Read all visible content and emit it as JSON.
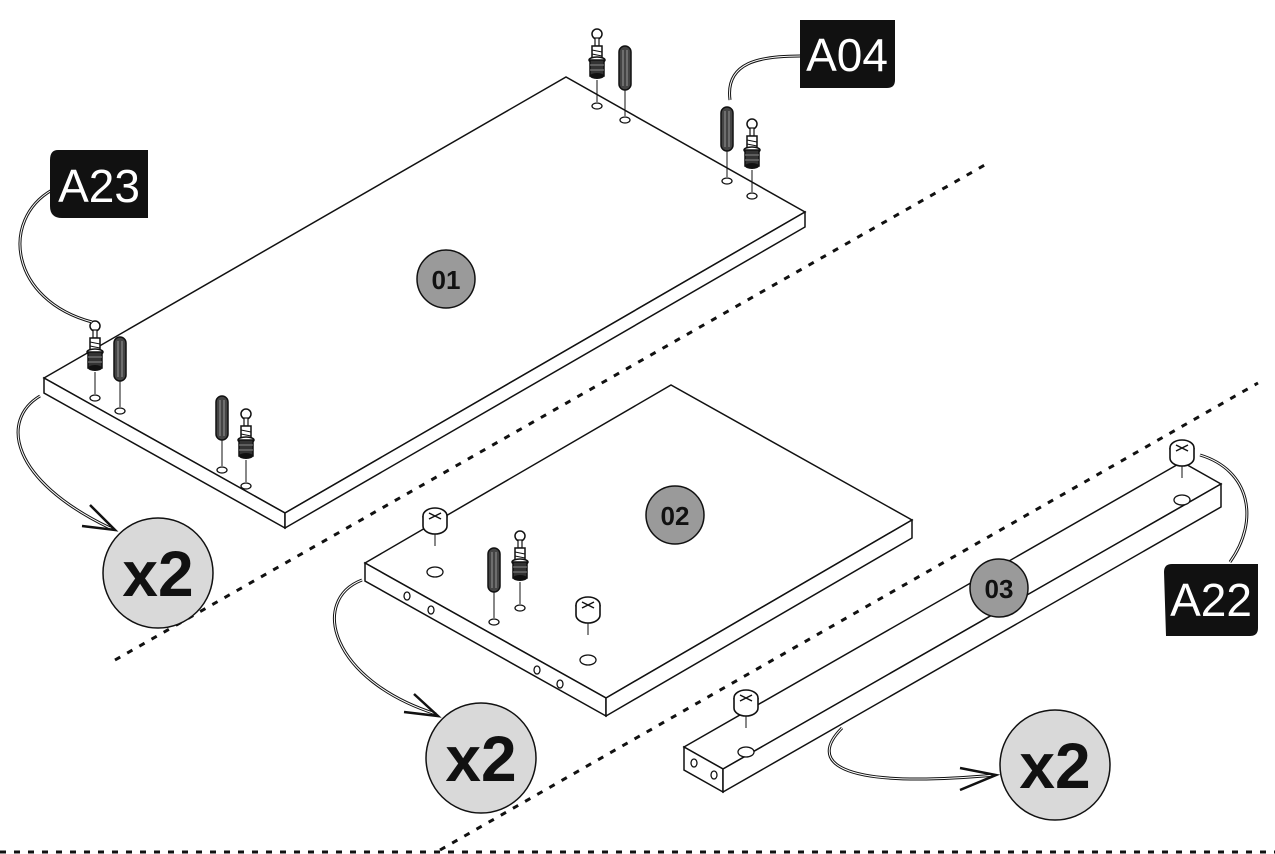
{
  "parts": {
    "p01": "01",
    "p02": "02",
    "p03": "03"
  },
  "hardware": {
    "a04": "A04",
    "a23": "A23",
    "a22": "A22"
  },
  "quantities": {
    "q01": "x2",
    "q02": "x2",
    "q03": "x2"
  },
  "colors": {
    "line": "#111111",
    "part_badge": "#9a9a9a",
    "qty_badge": "#d9d9d9",
    "label_bg": "#111111"
  },
  "icons": [
    "cam-bolt-icon",
    "wooden-dowel-icon",
    "cam-lock-icon",
    "drill-hole-icon",
    "curved-arrow-icon"
  ]
}
